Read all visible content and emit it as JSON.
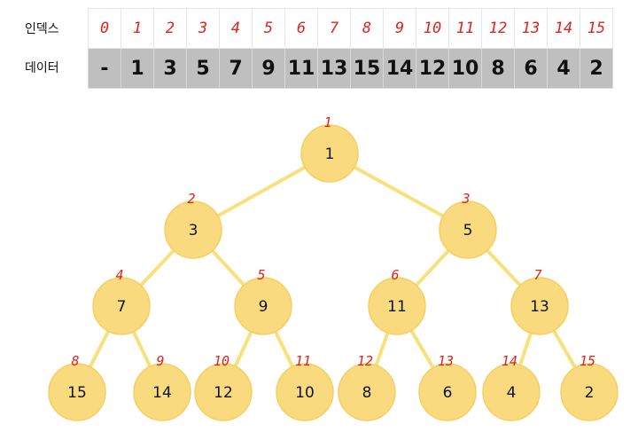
{
  "labels": {
    "index": "인덱스",
    "data": "데이터"
  },
  "array": {
    "indices": [
      "0",
      "1",
      "2",
      "3",
      "4",
      "5",
      "6",
      "7",
      "8",
      "9",
      "10",
      "11",
      "12",
      "13",
      "14",
      "15"
    ],
    "values": [
      "-",
      "1",
      "3",
      "5",
      "7",
      "9",
      "11",
      "13",
      "15",
      "14",
      "12",
      "10",
      "8",
      "6",
      "4",
      "2"
    ]
  },
  "tree": {
    "nodes": [
      {
        "index": "1",
        "value": "1"
      },
      {
        "index": "2",
        "value": "3"
      },
      {
        "index": "3",
        "value": "5"
      },
      {
        "index": "4",
        "value": "7"
      },
      {
        "index": "5",
        "value": "9"
      },
      {
        "index": "6",
        "value": "11"
      },
      {
        "index": "7",
        "value": "13"
      },
      {
        "index": "8",
        "value": "15"
      },
      {
        "index": "9",
        "value": "14"
      },
      {
        "index": "10",
        "value": "12"
      },
      {
        "index": "11",
        "value": "10"
      },
      {
        "index": "12",
        "value": "8"
      },
      {
        "index": "13",
        "value": "6"
      },
      {
        "index": "14",
        "value": "4"
      },
      {
        "index": "15",
        "value": "2"
      }
    ]
  },
  "colors": {
    "node_fill": "#f9da7f",
    "node_stroke": "#f6cf63",
    "edge": "#f8e07a",
    "index_text": "#e0231b",
    "data_bg": "#bfbfbf"
  }
}
